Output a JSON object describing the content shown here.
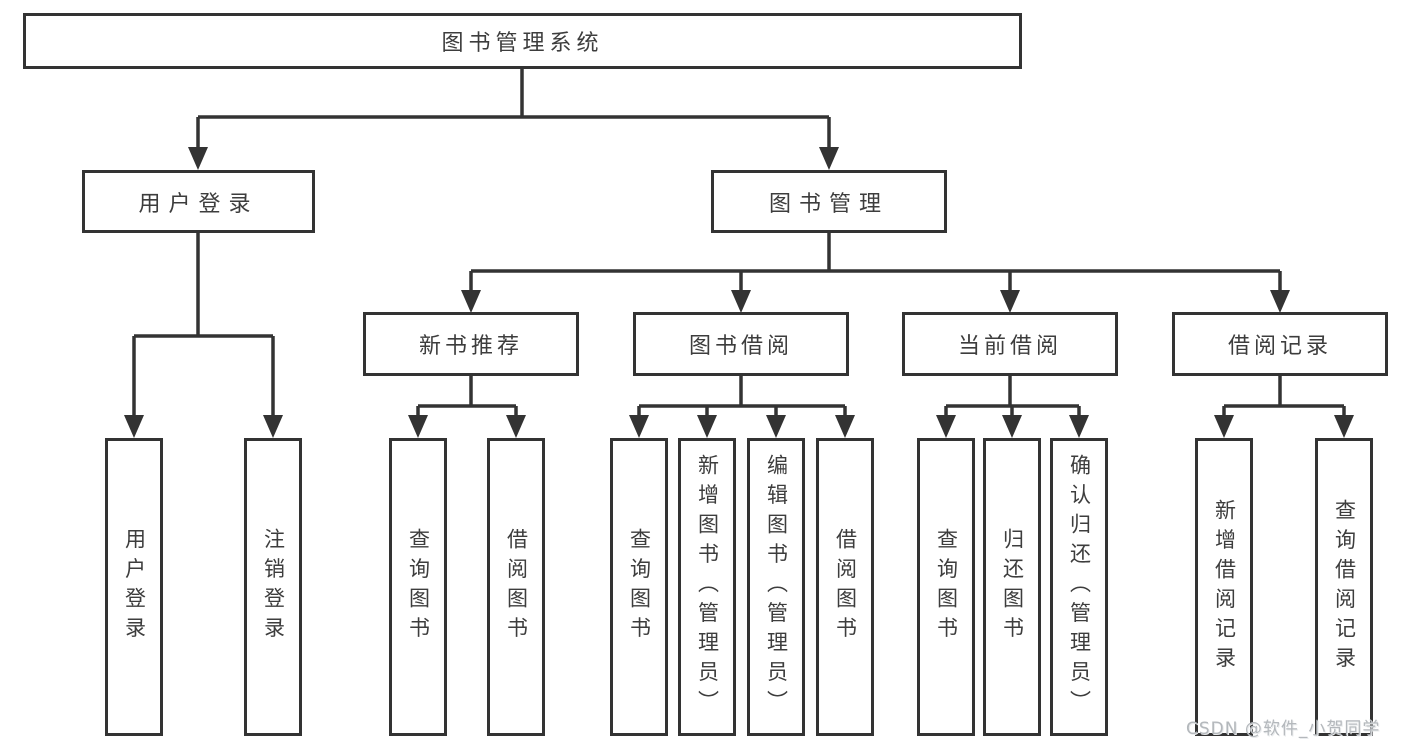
{
  "diagram": {
    "root": "图书管理系统",
    "level2": [
      "用户登录",
      "图书管理"
    ],
    "level3": [
      "新书推荐",
      "图书借阅",
      "当前借阅",
      "借阅记录"
    ],
    "level4": {
      "under_user_login": [
        "用户登录",
        "注销登录"
      ],
      "under_new_book": [
        "查询图书",
        "借阅图书"
      ],
      "under_book_borrow": [
        "查询图书",
        "新增图书（管理员）",
        "编辑图书（管理员）",
        "借阅图书"
      ],
      "under_current_borrow": [
        "查询图书",
        "归还图书",
        "确认归还（管理员）"
      ],
      "under_borrow_record": [
        "新增借阅记录",
        "查询借阅记录"
      ]
    }
  },
  "watermark": "CSDN @软件_小贺同学",
  "colors": {
    "line": "#333333",
    "text": "#3d3d3d",
    "watermark_text": "#b4b8bc",
    "background": "#ffffff"
  }
}
